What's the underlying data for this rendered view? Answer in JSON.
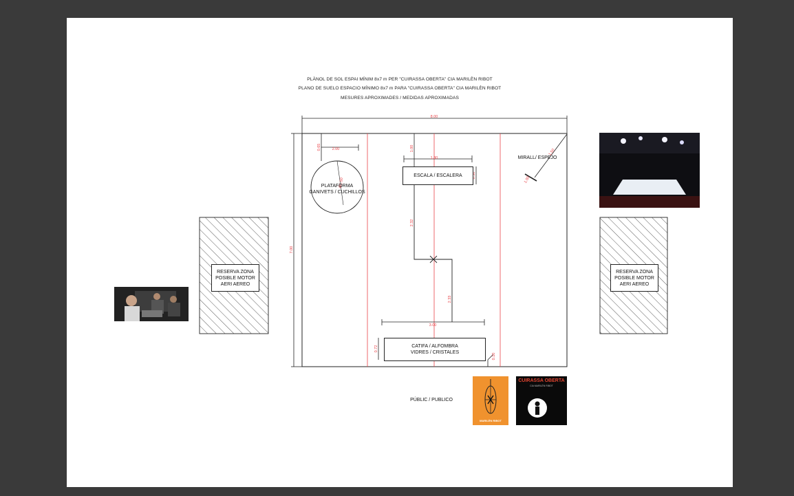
{
  "titles": {
    "line1": "PLÀNOL DE SOL ESPAI MÍNIM 8x7 m PER \"CUIRASSA OBERTA\" CIA MARILÈN RIBOT",
    "line2": "PLANO DE SUELO ESPACIO MÍNIMO 8x7 m PARA \"CUIRASSA OBERTA\" CIA MARILÈN RIBOT",
    "line3": "MESURES APROXIMADES / MEDIDAS APROXIMADAS"
  },
  "elements": {
    "escala": "ESCALA / ESCALERA",
    "plataforma_1": "PLATAFORMA",
    "plataforma_2": "GANIVETS / CUCHILLOS",
    "mirall": "MIRALL/ ESPEJO",
    "catifa_1": "CATIFA / ALFOMBRA",
    "catifa_2": "VIDRES / CRISTALES",
    "reserva_left_1": "RESERVA ZONA",
    "reserva_left_2": "POSIBLE MOTOR",
    "reserva_left_3": "AERI AEREO",
    "reserva_right_1": "RESERVA ZONA",
    "reserva_right_2": "POSIBLE MOTOR",
    "reserva_right_3": "AERI AEREO",
    "public": "PÚBLIC / PUBLICO"
  },
  "dimensions": {
    "width_total": "8.00",
    "height_total": "7.00",
    "plat_top": "0.65",
    "plat_side": "2.00",
    "plat_diam": "Ø1.50",
    "escala_top": "1.00",
    "escala_width": "1.80",
    "escala_height": "0.50",
    "path_upper": "2.32",
    "path_lower": "2.33",
    "catifa_width": "3.00",
    "catifa_height": "0.72",
    "catifa_bottom": "0.10",
    "mirall_dist": "1.50",
    "mirall_size": "1.00"
  },
  "posters": {
    "left_text": "MARILÈN RIBOT",
    "right_title": "CUIRASSA OBERTA",
    "right_sub": "CIA MARILÈN RIBOT"
  },
  "colors": {
    "background": "#3a3a3a",
    "dimension_red": "#e8454a",
    "poster_orange": "#f0922e"
  }
}
